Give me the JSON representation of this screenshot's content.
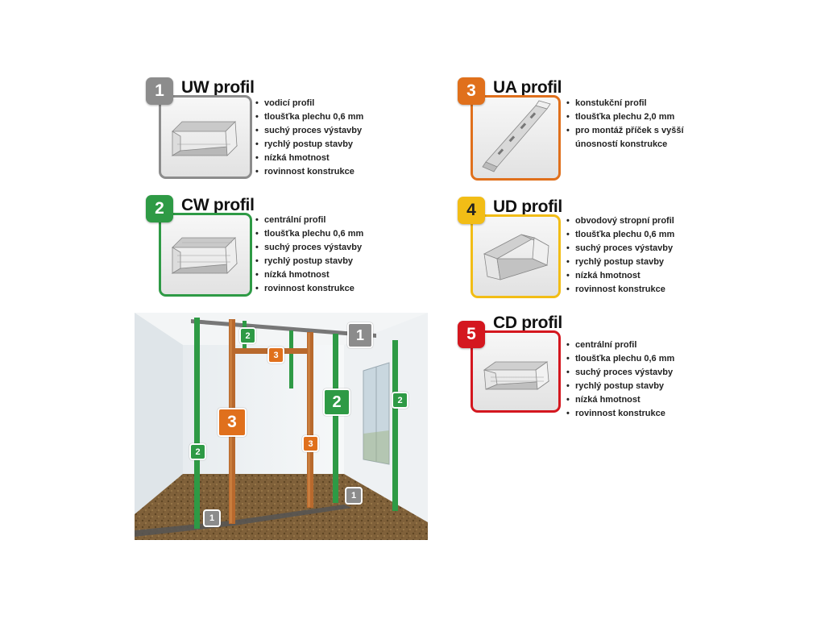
{
  "colors": {
    "uw": "#8c8c8c",
    "cw": "#2e9a45",
    "ua": "#e0701c",
    "ud": "#f2bd16",
    "cd": "#d4171f"
  },
  "profiles": [
    {
      "number": "1",
      "title": "UW profil",
      "features": [
        "vodicí profil",
        "tloušťka plechu 0,6 mm",
        "suchý proces výstavby",
        "rychlý postup stavby",
        "nízká hmotnost",
        "rovinnost konstrukce"
      ]
    },
    {
      "number": "2",
      "title": "CW profil",
      "features": [
        "centrální profil",
        "tloušťka plechu 0,6 mm",
        "suchý proces výstavby",
        "rychlý postup stavby",
        "nízká hmotnost",
        "rovinnost konstrukce"
      ]
    },
    {
      "number": "3",
      "title": "UA profil",
      "features": [
        "konstukční profil",
        "tloušťka plechu 2,0 mm",
        "pro montáž příček s vyšší",
        "únosností konstrukce"
      ]
    },
    {
      "number": "4",
      "title": "UD profil",
      "features": [
        "obvodový stropní profil",
        "tloušťka plechu 0,6 mm",
        "suchý proces výstavby",
        "rychlý postup stavby",
        "nízká hmotnost",
        "rovinnost konstrukce"
      ]
    },
    {
      "number": "5",
      "title": "CD profil",
      "features": [
        "centrální profil",
        "tloušťka plechu 0,6 mm",
        "suchý proces výstavby",
        "rychlý postup stavby",
        "nízká hmotnost",
        "rovinnost konstrukce"
      ]
    }
  ],
  "illustration_markers": {
    "uw": "1",
    "cw": "2",
    "ua": "3"
  }
}
